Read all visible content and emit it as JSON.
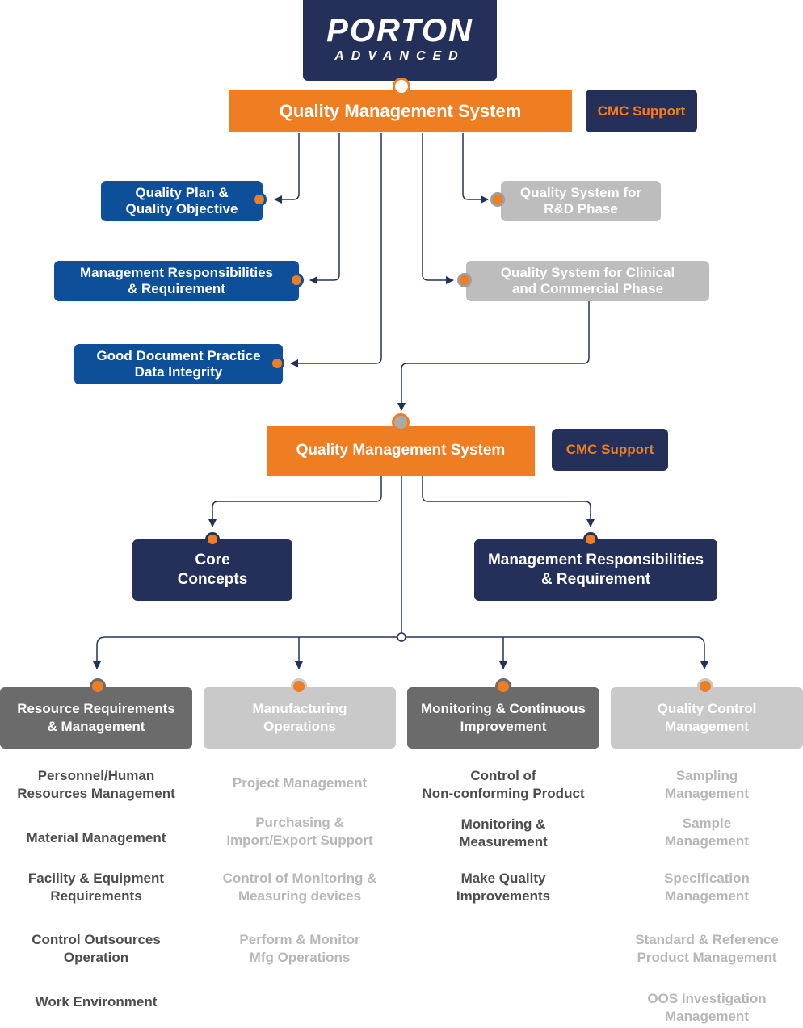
{
  "logo": {
    "brand": "PORTON",
    "sub": "ADVANCED"
  },
  "top": {
    "qms": "Quality Management System",
    "cmc": "CMC Support",
    "left_items": [
      "Quality Plan &\nQuality Objective",
      "Management Responsibilities\n& Requirement",
      "Good Document Practice\nData Integrity"
    ],
    "right_items": [
      "Quality System for\nR&D Phase",
      "Quality System for Clinical\nand Commercial Phase"
    ]
  },
  "mid": {
    "qms": "Quality Management System",
    "cmc": "CMC Support",
    "core": "Core\nConcepts",
    "mgmt": "Management Responsibilities\n& Requirement"
  },
  "columns": [
    {
      "title": "Resource Requirements\n& Management",
      "items": [
        "Personnel/Human\nResources Management",
        "Material Management",
        "Facility & Equipment\nRequirements",
        "Control Outsources\nOperation",
        "Work Environment"
      ]
    },
    {
      "title": "Manufacturing\nOperations",
      "items": [
        "Project Management",
        "Purchasing &\nImport/Export Support",
        "Control of Monitoring &\nMeasuring devices",
        "Perform & Monitor\nMfg Operations"
      ]
    },
    {
      "title": "Monitoring & Continuous\nImprovement",
      "items": [
        "Control of\nNon-conforming Product",
        "Monitoring &\nMeasurement",
        "Make Quality\nImprovements"
      ]
    },
    {
      "title": "Quality Control\nManagement",
      "items": [
        "Sampling\nManagement",
        "Sample\nManagement",
        "Specification\nManagement",
        "Standard & Reference\nProduct Management",
        "OOS Investigation\nManagement"
      ]
    }
  ],
  "colors": {
    "navy": "#25305a",
    "blue": "#0e4f9a",
    "orange": "#ef7d22",
    "grey": "#bdbdbd",
    "dark_grey": "#6b6b6b"
  }
}
